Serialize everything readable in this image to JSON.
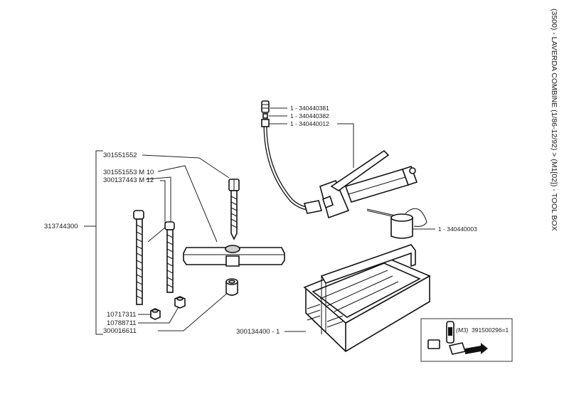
{
  "sidebar_title": "(3500) - LAVERDA COMBINE (1/86-12/92) > (M1[02]) - TOOL BOX",
  "labels": {
    "puller_assembly": "313744300",
    "puller_bolt": "301551552",
    "stud_m10": "301551553 M 10",
    "stud_m12": "300137443 M 12",
    "nut_a": "10717311",
    "nut_b": "10788711",
    "spacer": "300016611",
    "nozzle_cap": "1 - 340440381",
    "nozzle_tip": "1 - 340440382",
    "grease_gun": "1 - 340440012",
    "oil_can": "1 - 340440003",
    "tool_box": "300134400 - 1",
    "kit_prefix": "(M3)",
    "kit_code": "391500296=1"
  }
}
